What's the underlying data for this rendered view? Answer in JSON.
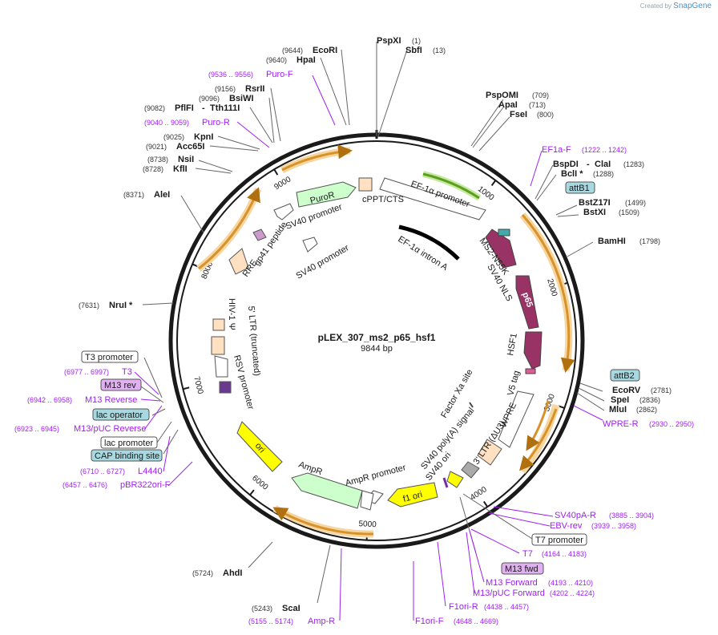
{
  "branding": {
    "created_by": "Created by",
    "product": "SnapGene"
  },
  "plasmid": {
    "name": "pLEX_307_ms2_p65_hsf1",
    "size": "9844 bp",
    "length": 9844
  },
  "ticks": [
    "1000",
    "2000",
    "3000",
    "4000",
    "5000",
    "6000",
    "7000",
    "8000",
    "9000"
  ],
  "colors": {
    "backbone": "#1a1a1a",
    "feature_label": "#1a1a1a",
    "primer": "#a020f0",
    "promoter_fill": "#ffffff",
    "resistance": "#ccffcc",
    "ori": "#ffff00",
    "coding": "#993366",
    "ltr": "#ffe0c0",
    "orf_arrow": "#e8a030",
    "grey": "#a0a0a0",
    "teal_box": "#a8d8e0",
    "primer_box": "#e0b0f0",
    "green_arrow": "#6ab82c"
  },
  "sites": [
    {
      "name": "PspXI",
      "pos": "(1)"
    },
    {
      "name": "SbfI",
      "pos": "(13)"
    },
    {
      "name": "PspOMI",
      "pos": "(709)"
    },
    {
      "name": "ApaI",
      "pos": "(713)"
    },
    {
      "name": "FseI",
      "pos": "(800)"
    },
    {
      "name": "BspDI",
      "pos": "(1283)"
    },
    {
      "name": "ClaI",
      "pos": ""
    },
    {
      "name": "BclI *",
      "pos": "(1288)"
    },
    {
      "name": "BstZ17I",
      "pos": "(1499)"
    },
    {
      "name": "BstXI",
      "pos": "(1509)"
    },
    {
      "name": "BamHI",
      "pos": "(1798)"
    },
    {
      "name": "EcoRV",
      "pos": "(2781)"
    },
    {
      "name": "SpeI",
      "pos": "(2836)"
    },
    {
      "name": "MluI",
      "pos": "(2862)"
    },
    {
      "name": "AhdI",
      "pos": "(5724)"
    },
    {
      "name": "ScaI",
      "pos": "(5243)"
    },
    {
      "name": "NruI *",
      "pos": "(7631)"
    },
    {
      "name": "AleI",
      "pos": "(8371)"
    },
    {
      "name": "KflI",
      "pos": "(8728)"
    },
    {
      "name": "NsiI",
      "pos": "(8738)"
    },
    {
      "name": "Acc65I",
      "pos": "(9021)"
    },
    {
      "name": "KpnI",
      "pos": "(9025)"
    },
    {
      "name": "PflFI",
      "pos": "(9082)"
    },
    {
      "name": "Tth111I",
      "pos": ""
    },
    {
      "name": "BsiWI",
      "pos": "(9096)"
    },
    {
      "name": "RsrII",
      "pos": "(9156)"
    },
    {
      "name": "HpaI",
      "pos": "(9640)"
    },
    {
      "name": "EcoRI",
      "pos": "(9644)"
    }
  ],
  "primers": [
    {
      "name": "Puro-F",
      "pos": "(9536 .. 9556)"
    },
    {
      "name": "Puro-R",
      "pos": "(9040 .. 9059)"
    },
    {
      "name": "EF1a-F",
      "pos": "(1222 .. 1242)"
    },
    {
      "name": "WPRE-R",
      "pos": "(2930 .. 2950)"
    },
    {
      "name": "SV40pA-R",
      "pos": "(3885 .. 3904)"
    },
    {
      "name": "EBV-rev",
      "pos": "(3939 .. 3958)"
    },
    {
      "name": "T7",
      "pos": "(4164 .. 4183)"
    },
    {
      "name": "M13 Forward",
      "pos": "(4193 .. 4210)"
    },
    {
      "name": "M13/pUC Forward",
      "pos": "(4202 .. 4224)"
    },
    {
      "name": "F1ori-R",
      "pos": "(4438 .. 4457)"
    },
    {
      "name": "F1ori-F",
      "pos": "(4648 .. 4669)"
    },
    {
      "name": "Amp-R",
      "pos": "(5155 .. 5174)"
    },
    {
      "name": "pBR322ori-F",
      "pos": "(6457 .. 6476)"
    },
    {
      "name": "L4440",
      "pos": "(6710 .. 6727)"
    },
    {
      "name": "M13/pUC Reverse",
      "pos": "(6923 .. 6945)"
    },
    {
      "name": "M13 Reverse",
      "pos": "(6942 .. 6958)"
    },
    {
      "name": "T3",
      "pos": "(6977 .. 6997)"
    }
  ],
  "boxed_labels": [
    "attB1",
    "attB2",
    "M13 fwd",
    "T7 promoter",
    "M13 rev",
    "T3 promoter",
    "lac operator",
    "lac promoter",
    "CAP binding site"
  ],
  "features": [
    "EF-1α promoter",
    "cPPT/CTS",
    "PuroR",
    "SV40 promoter",
    "SV40 promoter",
    "gp41 peptide",
    "RRE",
    "EF-1α intron A",
    "MS2-N55K",
    "SV40 NLS",
    "p65",
    "HSF1",
    "V5 tag",
    "Factor Xa site",
    "WPRE",
    "3' LTR (ΔU3)",
    "SV40 poly(A) signal",
    "SV40 ori",
    "f1 ori",
    "AmpR promoter",
    "AmpR",
    "ori",
    "RSV promoter",
    "5' LTR (truncated)",
    "HIV-1 Ψ"
  ]
}
